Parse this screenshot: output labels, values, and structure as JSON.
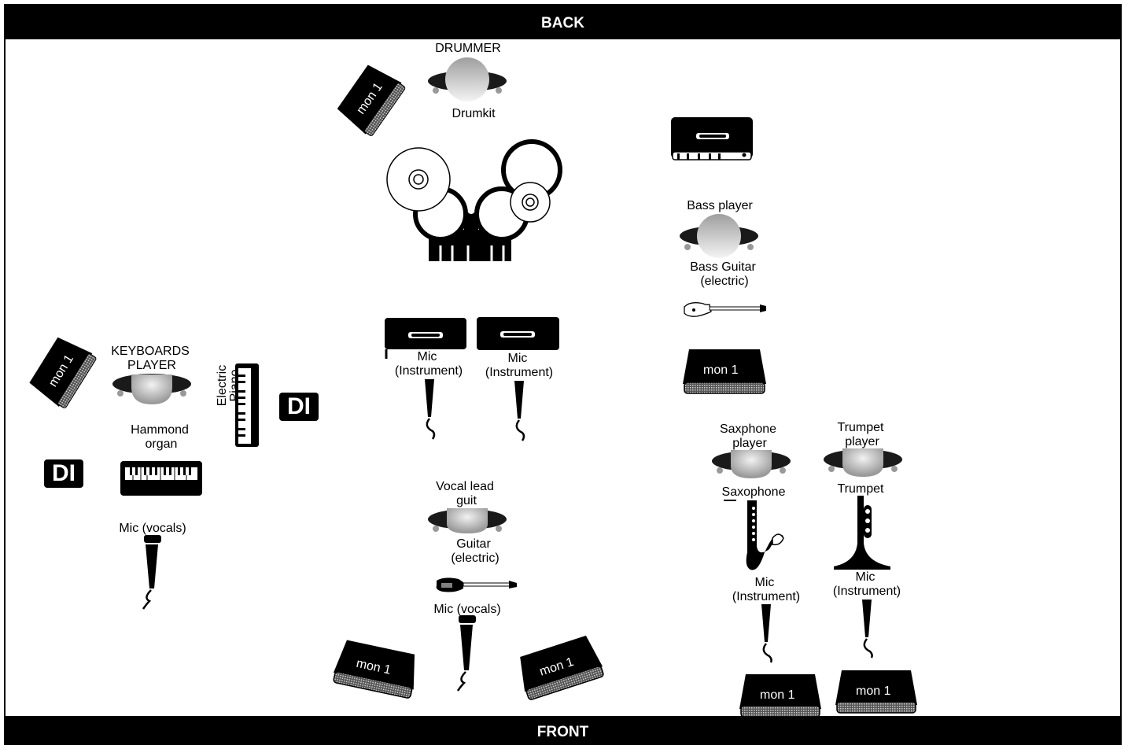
{
  "stage": {
    "back_label": "BACK",
    "front_label": "FRONT"
  },
  "drummer": {
    "title": "DRUMMER",
    "instrument": "Drumkit",
    "monitor": "mon 1"
  },
  "keyboards": {
    "title_line1": "KEYBOARDS",
    "title_line2": "PLAYER",
    "monitor": "mon 1",
    "hammond_line1": "Hammond",
    "hammond_line2": "organ",
    "epiano_line1": "Electric",
    "epiano_line2": "Piano",
    "di_left": "DI",
    "di_right": "DI",
    "mic": "Mic (vocals)"
  },
  "center_mics": {
    "left_line1": "Mic",
    "left_line2": "(Instrument)",
    "right_line1": "Mic",
    "right_line2": "(Instrument)"
  },
  "vocal_lead": {
    "title_line1": "Vocal lead",
    "title_line2": "guit",
    "instrument_line1": "Guitar",
    "instrument_line2": "(electric)",
    "mic": "Mic (vocals)",
    "monitor_left": "mon 1",
    "monitor_right": "mon 1"
  },
  "bass": {
    "title": "Bass player",
    "instrument_line1": "Bass Guitar",
    "instrument_line2": "(electric)",
    "monitor": "mon 1"
  },
  "sax": {
    "title_line1": "Saxphone",
    "title_line2": "player",
    "instrument": "Saxophone",
    "mic_line1": "Mic",
    "mic_line2": "(Instrument)",
    "monitor": "mon 1"
  },
  "trumpet": {
    "title_line1": "Trumpet",
    "title_line2": "player",
    "instrument": "Trumpet",
    "mic_line1": "Mic",
    "mic_line2": "(Instrument)",
    "monitor": "mon 1"
  },
  "colors": {
    "ink": "#000000",
    "grille": "#8a8a8a",
    "person_gray": "#a8a8a8"
  }
}
